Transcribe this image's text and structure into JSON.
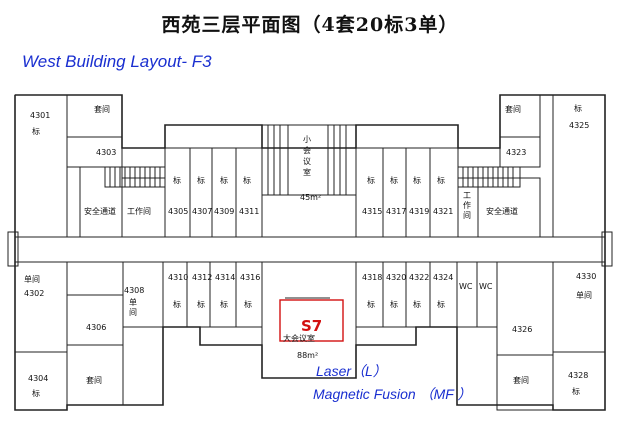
{
  "title": "西苑三层平面图（4套20标3单）",
  "subtitle": "West Building Layout- F3",
  "legend": {
    "laser": "Laser（L）",
    "magnetic_fusion": "Magnetic Fusion （MF ）"
  },
  "rooms": {
    "r4301": "4301",
    "r4301_type": "标",
    "suite_nw": "套间",
    "r4303": "4303",
    "safety_left": "安全通道",
    "workroom_left": "工作间",
    "r4305": "4305",
    "r4307": "4307",
    "r4309": "4309",
    "r4311": "4311",
    "std": "标",
    "small_meeting": "小会议室",
    "small_area": "45m²",
    "r4315": "4315",
    "r4317": "4317",
    "r4319": "4319",
    "r4321": "4321",
    "workroom_right": "工作间",
    "safety_right": "安全通道",
    "suite_ne": "套间",
    "r4323": "4323",
    "r4325": "4325",
    "r4325_type": "标",
    "single_left": "单间",
    "r4302": "4302",
    "r4304": "4304",
    "r4304_type": "标",
    "r4306": "4306",
    "r4308": "4308",
    "single_4308": "单间",
    "suite_sw": "套间",
    "r4310": "4310",
    "r4312": "4312",
    "r4314": "4314",
    "r4316": "4316",
    "s7": "S7",
    "big_meeting": "大会议室",
    "big_area": "88m²",
    "r4318": "4318",
    "r4320": "4320",
    "r4322": "4322",
    "r4324": "4324",
    "wc1": "WC",
    "wc2": "WC",
    "r4326": "4326",
    "suite_se": "套间",
    "r4330": "4330",
    "single_right": "单间",
    "r4328": "4328",
    "r4328_type": "标"
  },
  "colors": {
    "accent_blue": "#1a2fd0",
    "highlight_red": "#d21010"
  }
}
